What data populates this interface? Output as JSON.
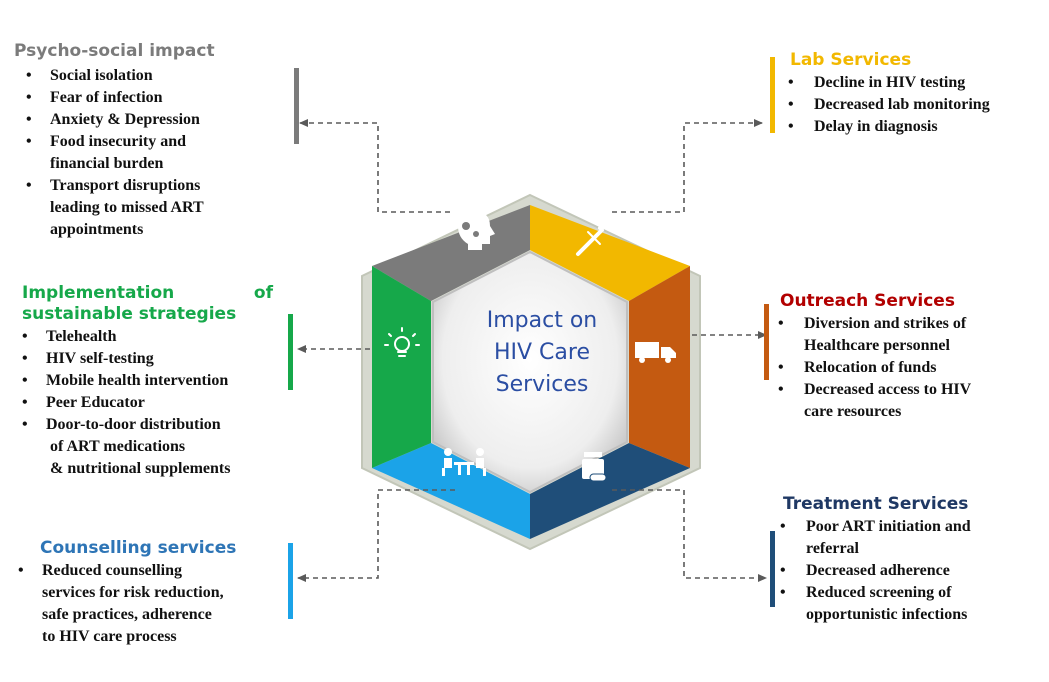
{
  "center": {
    "lines": [
      "Impact on",
      "HIV Care",
      "Services"
    ]
  },
  "colors": {
    "psycho": "#7b7b7b",
    "lab": "#f2b800",
    "outreach": "#c45a11",
    "treatment": "#1f4e79",
    "counselling": "#1ba3e8",
    "implementation": "#16a84a",
    "outreach_title": "#b20000",
    "treatment_title": "#1f3864",
    "counselling_title": "#2e75b6",
    "center_text": "#2b4ea3"
  },
  "segment_icons": {
    "psycho": "brain-gears-icon",
    "lab": "syringe-icon",
    "outreach": "truck-icon",
    "treatment": "pill-bottle-icon",
    "counselling": "counselling-people-icon",
    "implementation": "lightbulb-icon"
  },
  "psycho": {
    "title": "Psycho-social impact",
    "items": [
      "Social isolation",
      "Fear of infection",
      "Anxiety & Depression",
      "Food insecurity and\nfinancial burden",
      "Transport disruptions\nleading to missed ART\nappointments"
    ]
  },
  "lab": {
    "title": "Lab Services",
    "items": [
      "Decline in HIV testing",
      "Decreased lab monitoring",
      "Delay in diagnosis"
    ]
  },
  "implementation": {
    "title_line1_left": "Implementation",
    "title_line1_right": "of",
    "title_line2": "sustainable strategies",
    "items": [
      "Telehealth",
      "HIV self-testing",
      "Mobile health intervention",
      "Peer Educator",
      "Door-to-door distribution\n of ART medications\n & nutritional supplements"
    ]
  },
  "outreach": {
    "title": "Outreach Services",
    "items": [
      "Diversion and strikes of\nHealthcare personnel",
      "Relocation of funds",
      "Decreased access to HIV\ncare resources"
    ]
  },
  "counselling": {
    "title": "Counselling services",
    "items": [
      "Reduced counselling\nservices for risk reduction,\nsafe practices, adherence\nto HIV care process"
    ]
  },
  "treatment": {
    "title": "Treatment Services",
    "items": [
      "Poor ART initiation and\nreferral",
      "Decreased adherence",
      "Reduced screening of\nopportunistic infections"
    ]
  }
}
